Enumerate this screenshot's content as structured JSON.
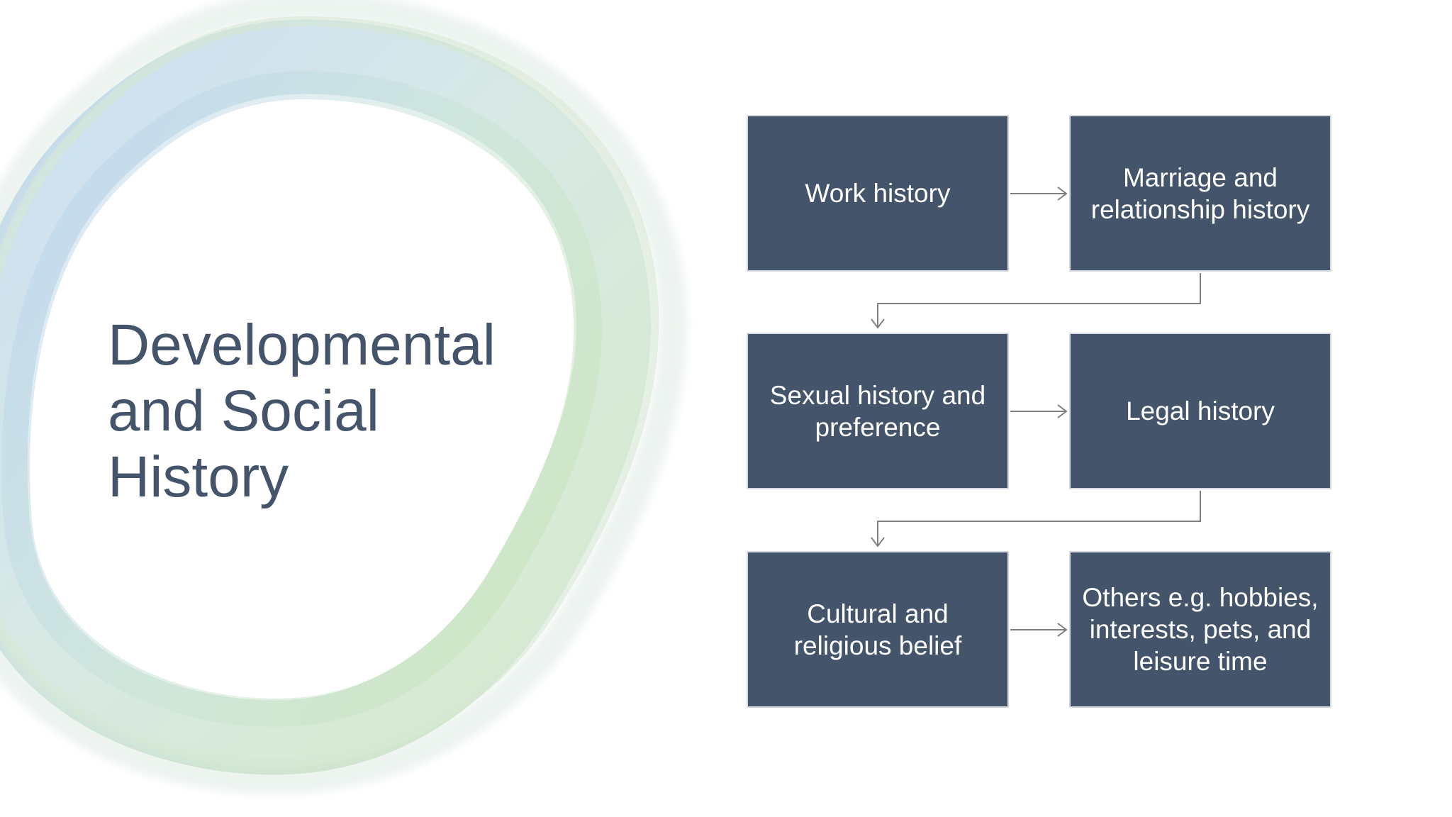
{
  "slide": {
    "title_lines": [
      "Developmental",
      "and Social",
      "History"
    ]
  },
  "diagram": {
    "nodes": [
      {
        "id": "work",
        "label": "Work history"
      },
      {
        "id": "marriage",
        "label": "Marriage and relationship history"
      },
      {
        "id": "sexual",
        "label": "Sexual history and preference"
      },
      {
        "id": "legal",
        "label": "Legal history"
      },
      {
        "id": "cultural",
        "label": "Cultural and religious belief"
      },
      {
        "id": "others",
        "label": "Others e.g. hobbies, interests, pets, and leisure time"
      }
    ],
    "flow": [
      "work",
      "marriage",
      "sexual",
      "legal",
      "cultural",
      "others"
    ]
  },
  "colors": {
    "box_fill": "#44546a",
    "box_text": "#ffffff",
    "title_text": "#44546a",
    "connector": "#7f7f7f",
    "ring_blue": "#a9c8e6",
    "ring_green": "#b9dba6"
  }
}
